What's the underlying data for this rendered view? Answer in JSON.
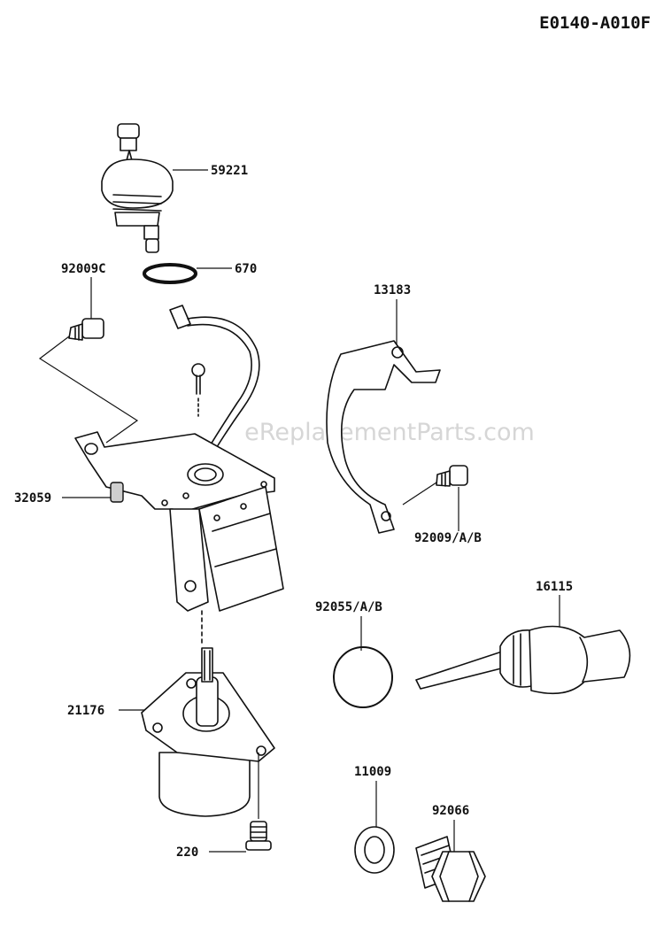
{
  "diagram_code": "E0140-A010F",
  "watermark": "eReplacementParts.com",
  "callouts": {
    "p59221": "59221",
    "p670": "670",
    "p92009c": "92009C",
    "p13183": "13183",
    "p32059": "32059",
    "p92009ab": "92009/A/B",
    "p16115": "16115",
    "p92055ab": "92055/A/B",
    "p21176": "21176",
    "p11009": "11009",
    "p92066": "92066",
    "p220": "220"
  }
}
